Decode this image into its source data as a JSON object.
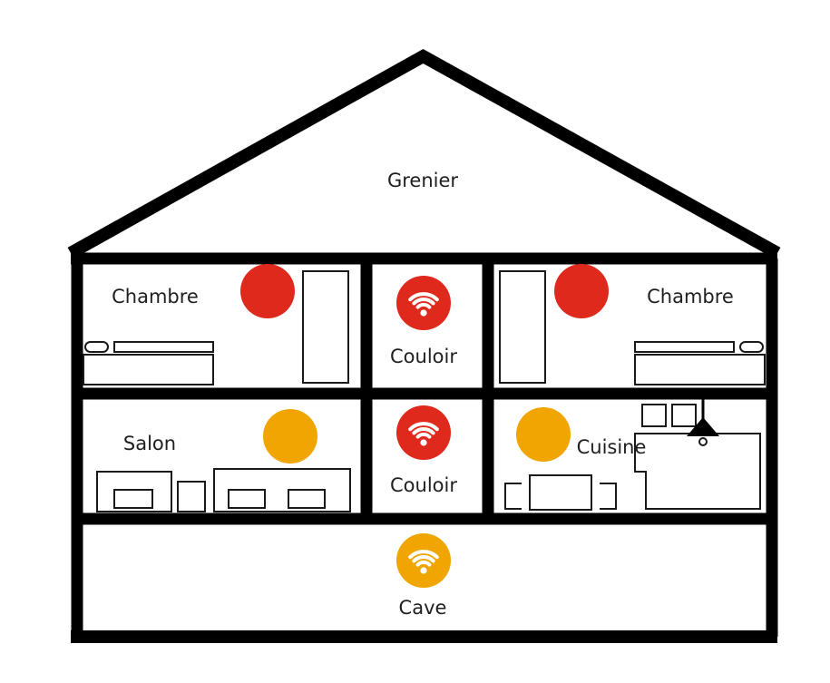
{
  "colors": {
    "signal_red": "#e0291d",
    "signal_orange": "#f0a500",
    "wall": "#000000",
    "furniture": "#1a1a1a",
    "wifi_glyph": "#ffffff"
  },
  "rooms": {
    "grenier": {
      "label": "Grenier",
      "signal": "none"
    },
    "chambre_left": {
      "label": "Chambre",
      "signal": "red"
    },
    "couloir_upper": {
      "label": "Couloir",
      "signal": "red",
      "icon": "wifi"
    },
    "chambre_right": {
      "label": "Chambre",
      "signal": "red"
    },
    "salon": {
      "label": "Salon",
      "signal": "orange"
    },
    "couloir_lower": {
      "label": "Couloir",
      "signal": "red",
      "icon": "wifi"
    },
    "cuisine": {
      "label": "Cuisine",
      "signal": "orange"
    },
    "cave": {
      "label": "Cave",
      "signal": "orange",
      "icon": "wifi"
    }
  }
}
